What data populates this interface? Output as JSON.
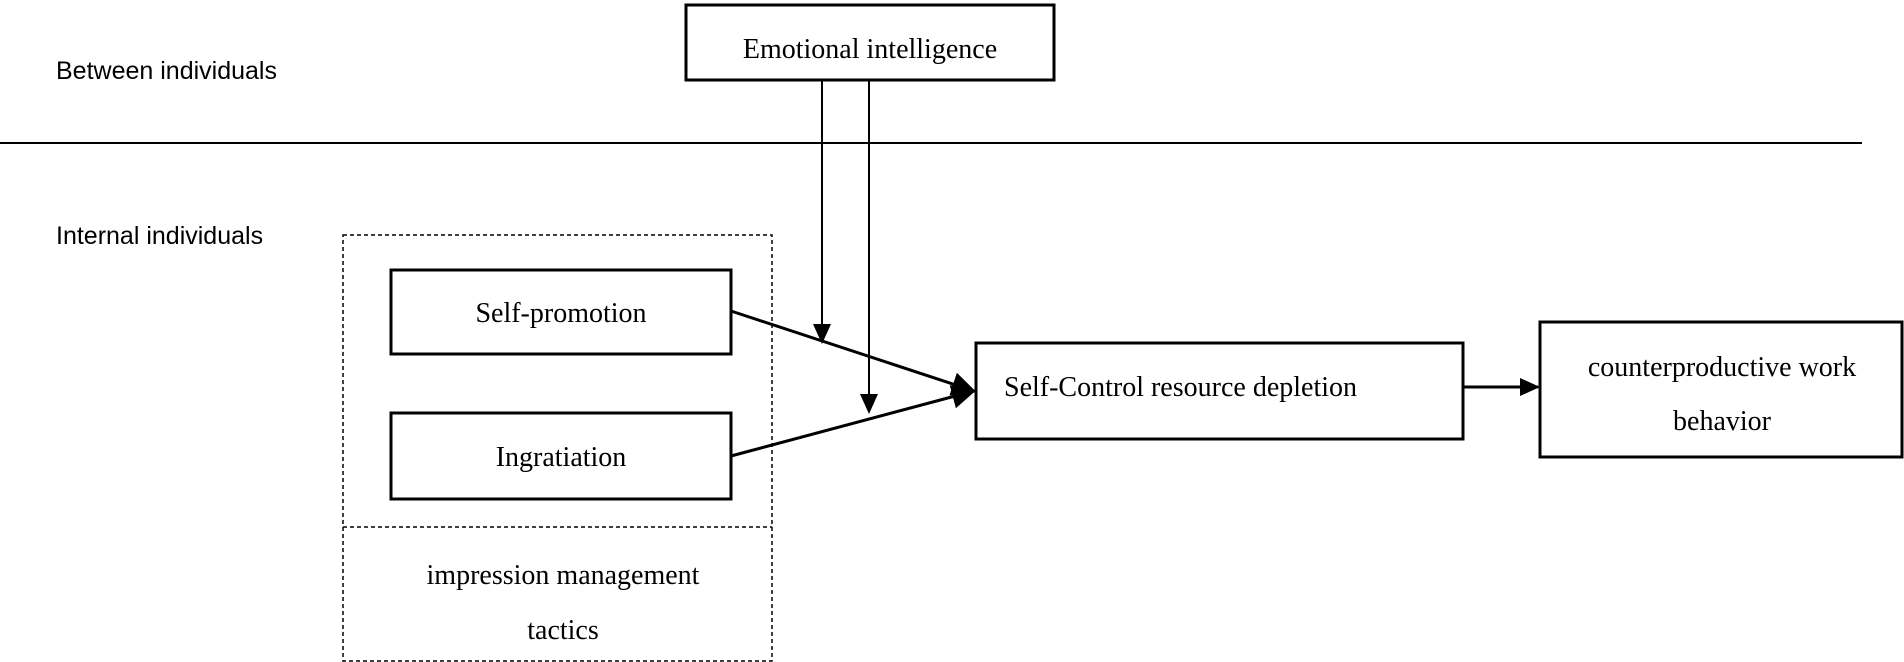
{
  "levels": {
    "between": "Between individuals",
    "within": "Internal individuals"
  },
  "nodes": {
    "emotional_intelligence": "Emotional intelligence",
    "self_promotion": "Self-promotion",
    "ingratiation": "Ingratiation",
    "tactics_group_line1": "impression management",
    "tactics_group_line2": "tactics",
    "depletion": "Self-Control resource depletion",
    "cwb_line1": "counterproductive work",
    "cwb_line2": "behavior"
  }
}
